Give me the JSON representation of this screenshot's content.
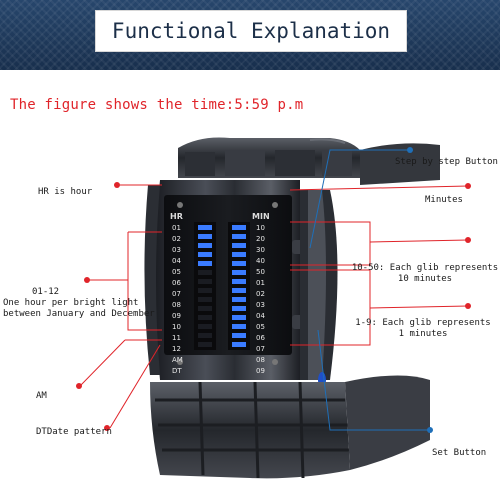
{
  "banner": {
    "title": "Functional Explanation"
  },
  "headline": "The figure shows the time:5:59 p.m",
  "labels": {
    "hr": "HR is hour",
    "range": "01-12",
    "hour_desc_1": "One hour per bright light",
    "hour_desc_2": "between January and December",
    "am": "AM",
    "dt": "DT",
    "date_pattern": "Date pattern",
    "step_button": "Step by step Button",
    "minutes": "Minutes",
    "tens_1": "10-50: Each glib represents",
    "tens_2": "10 minutes",
    "ones_1": "1-9: Each glib represents",
    "ones_2": "1 minutes",
    "set_button": "Set Button"
  },
  "watch": {
    "hr_header": "HR",
    "min_header": "MIN",
    "hour_digits": [
      "01",
      "02",
      "03",
      "04",
      "05",
      "06",
      "07",
      "08",
      "09",
      "10",
      "11",
      "12",
      "AM",
      "DT"
    ],
    "minute_digits": [
      "10",
      "20",
      "30",
      "40",
      "50",
      "01",
      "02",
      "03",
      "04",
      "05",
      "06",
      "07",
      "08",
      "09"
    ],
    "lit": {
      "hour": 5,
      "tens_minutes": 5,
      "ones_minutes": 9
    },
    "led_color": "#3a7bff"
  },
  "colors": {
    "accent_red": "#e0242a",
    "accent_blue": "#1f6fb8",
    "banner": "#1e3a5f"
  }
}
